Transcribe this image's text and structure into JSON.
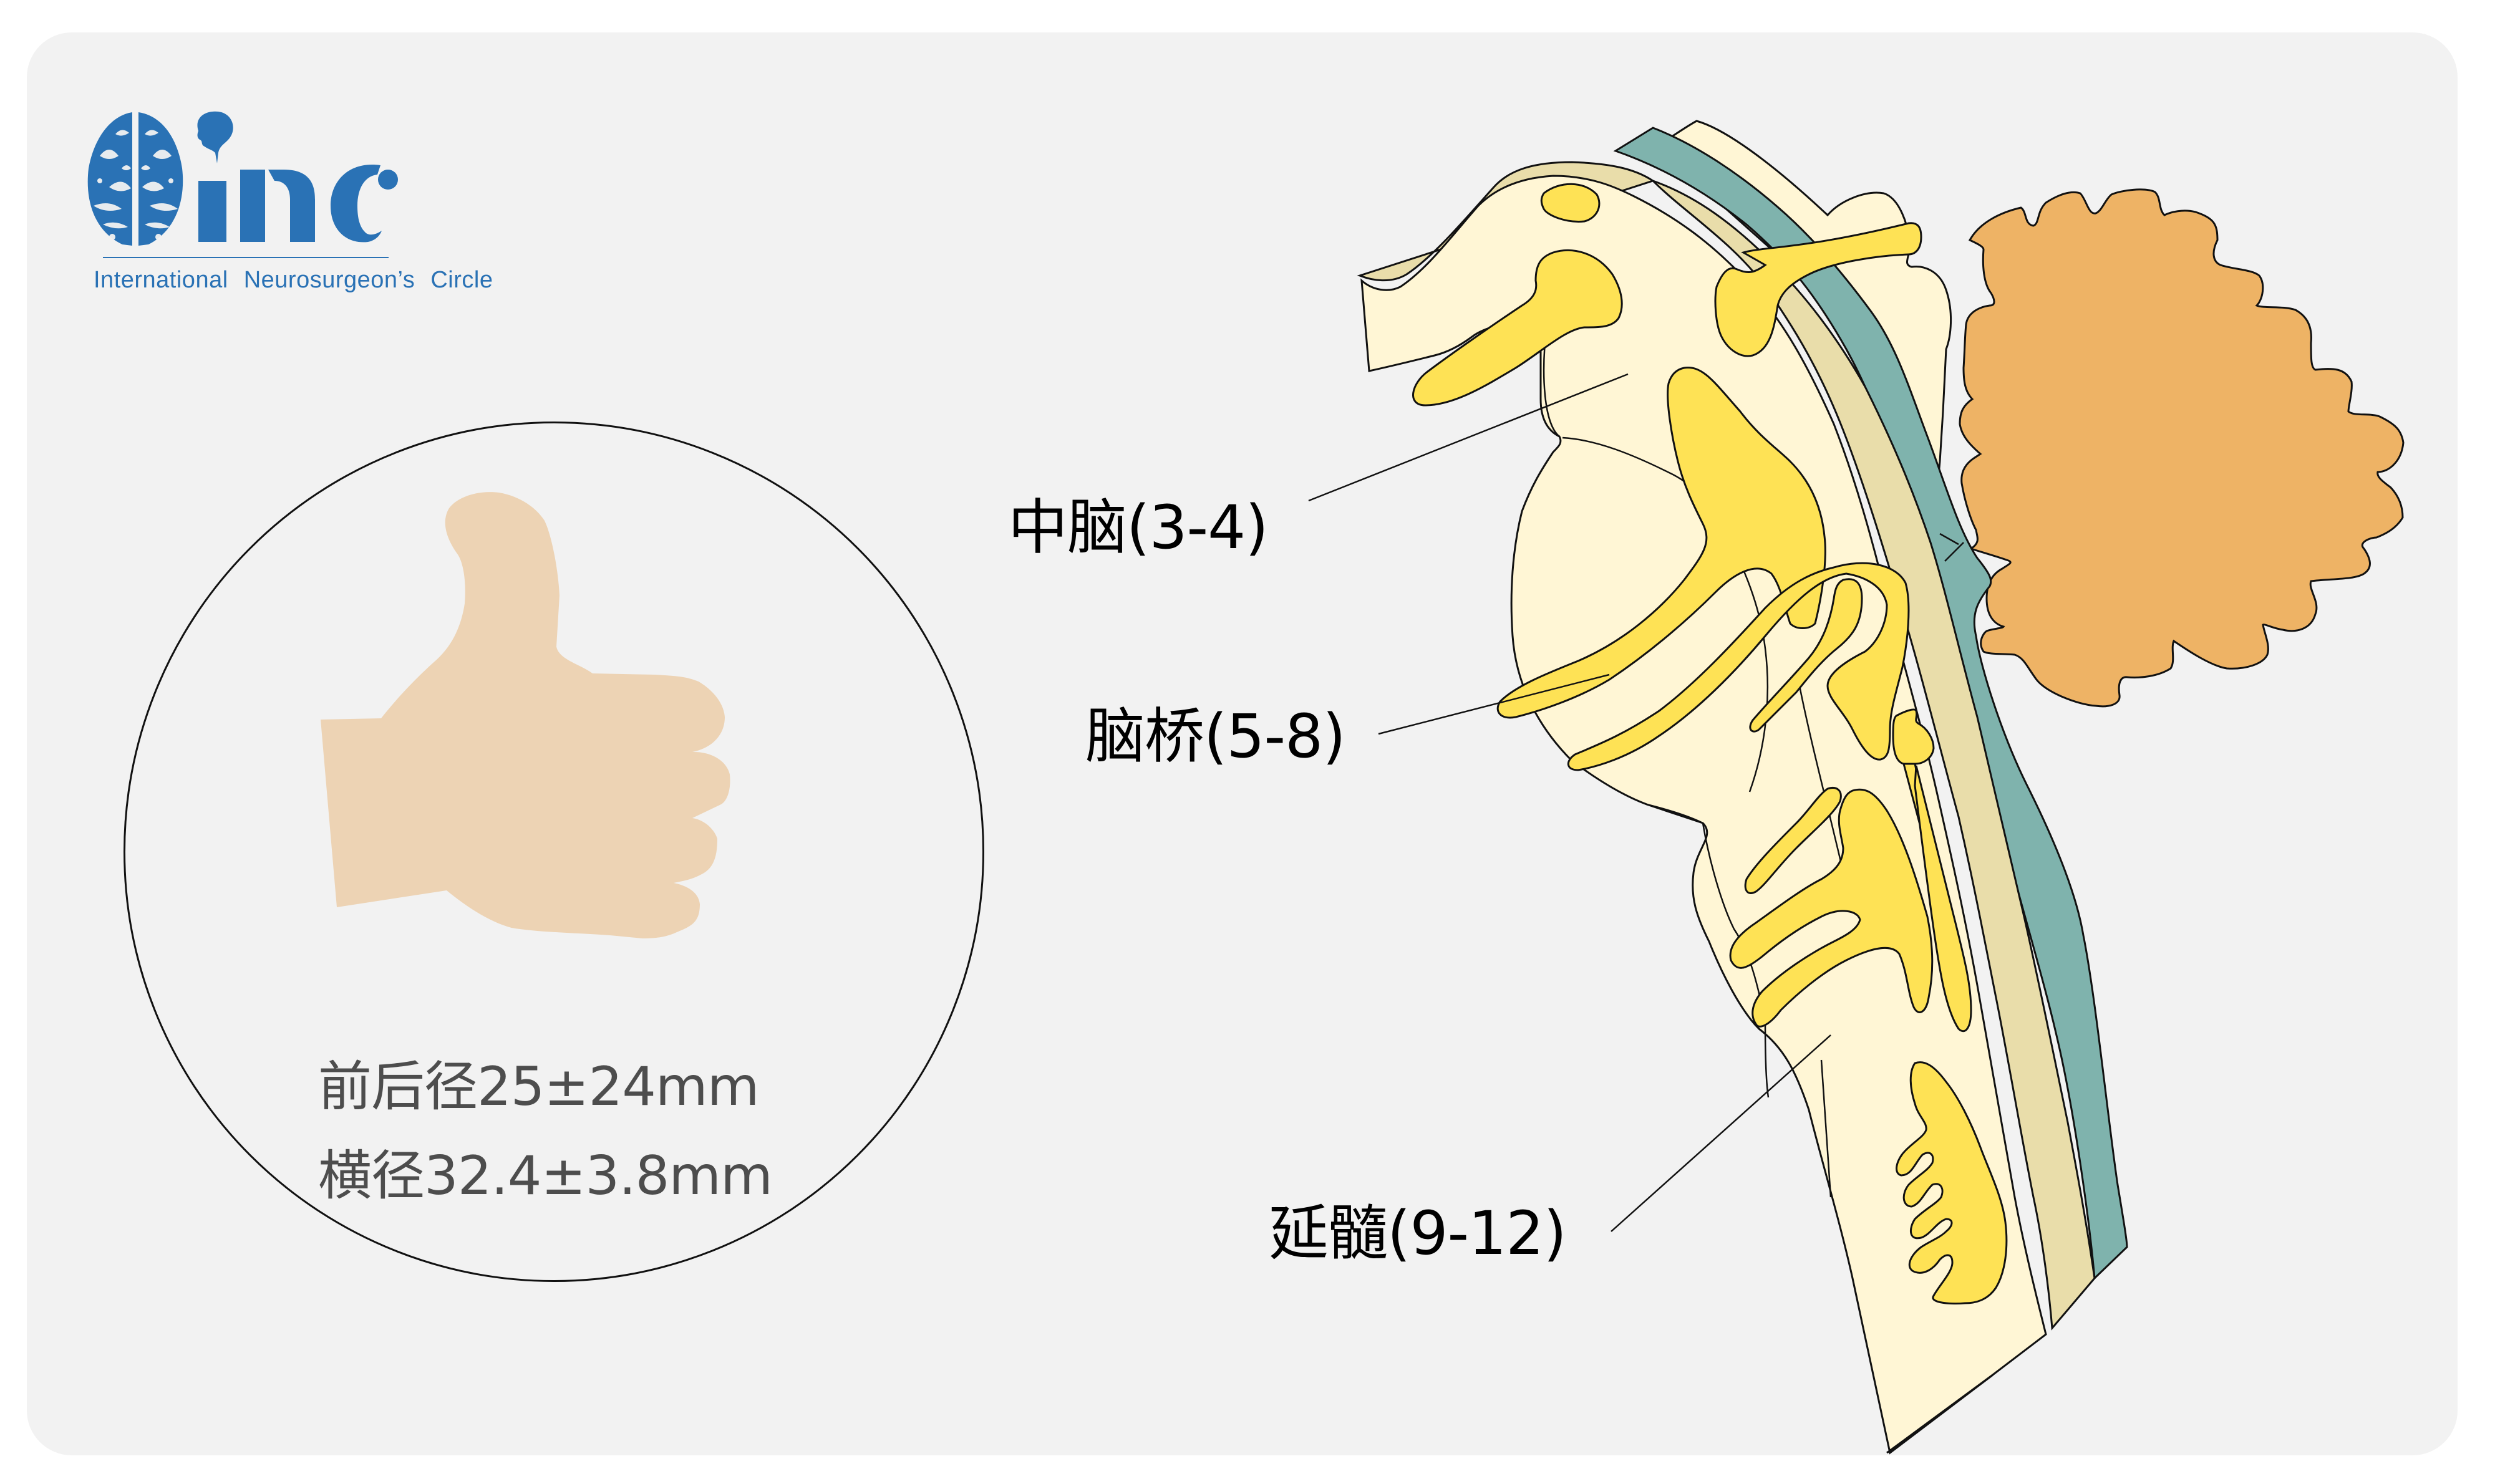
{
  "logo": {
    "letters": "inc",
    "caption": "International  Neurosurgeon’s  Circle",
    "brand_color": "#2a72b5"
  },
  "size_panel": {
    "icon": "thumbs-up-icon",
    "line1": "前后径25±24mm",
    "line2": "横径32.4±3.8mm",
    "text_color": "#4d4d4d"
  },
  "diagram": {
    "title": "brainstem cranial nerve nuclei",
    "labels": [
      {
        "text": "中脑(3-4)",
        "region": "midbrain"
      },
      {
        "text": "脑桥(5-8)",
        "region": "pons"
      },
      {
        "text": "延髓(9-12)",
        "region": "medulla"
      }
    ],
    "colors": {
      "background": "#f2f2f2",
      "brainstem": "#fff6d5",
      "nuclei": "#fee255",
      "ventricle": "#7fb3ad",
      "membrane": "#e9ddaa",
      "cerebellum": "#eeb365",
      "hand": "#edd3b4"
    }
  }
}
